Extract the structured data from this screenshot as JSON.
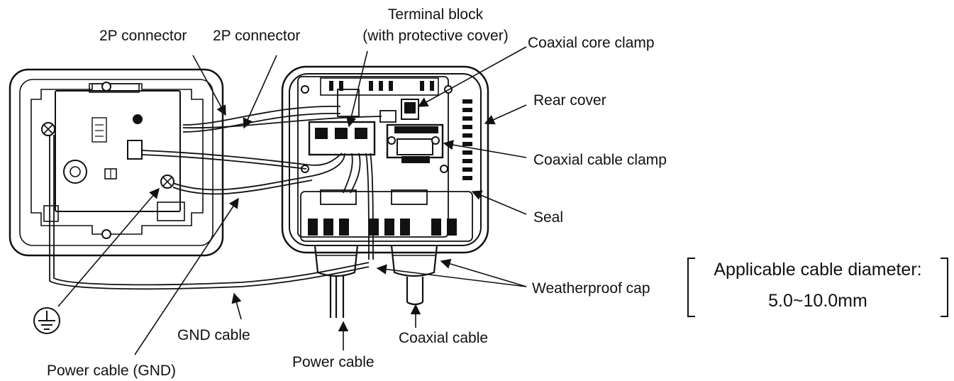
{
  "labels": {
    "connector_left": "2P connector",
    "connector_right": "2P connector",
    "terminal_block_line1": "Terminal block",
    "terminal_block_line2": "(with protective cover)",
    "coaxial_core_clamp": "Coaxial core clamp",
    "rear_cover": "Rear cover",
    "coaxial_cable_clamp": "Coaxial cable clamp",
    "seal": "Seal",
    "weatherproof_cap": "Weatherproof cap",
    "cable_diameter_line1": "Applicable cable diameter:",
    "cable_diameter_line2": "5.0~10.0mm",
    "gnd_cable": "GND cable",
    "power_cable_gnd": "Power cable (GND)",
    "power_cable": "Power cable",
    "coaxial_cable": "Coaxial cable"
  },
  "icons": {
    "ground": "ground-symbol-icon"
  }
}
